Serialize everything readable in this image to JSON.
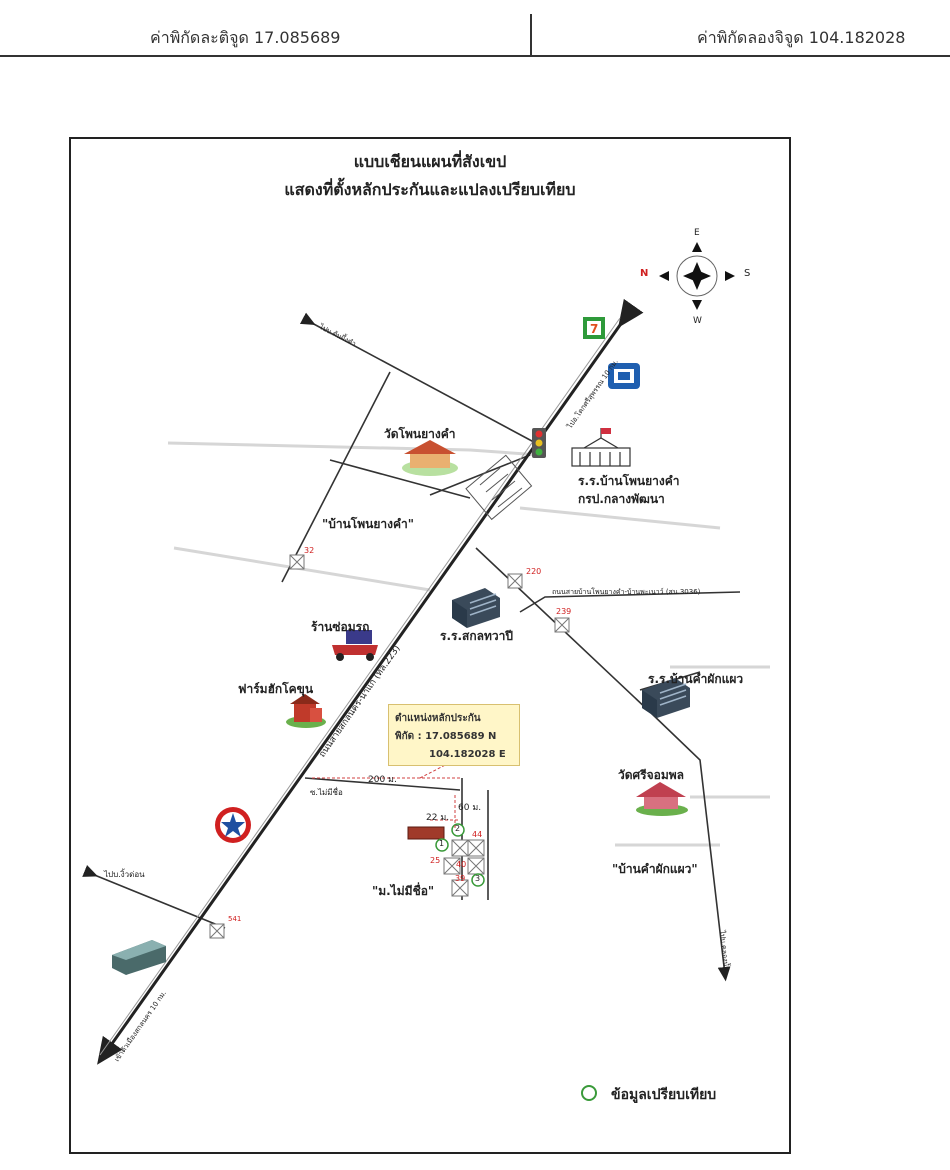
{
  "header": {
    "latitude": "ค่าพิกัดละติจูด 17.085689",
    "longitude": "ค่าพิกัดลองจิจูด 104.182028"
  },
  "map": {
    "title1": "แบบเชียนแผนที่สังเขป",
    "title2": "แสดงที่ตั้งหลักประกันและแปลงเปรียบเทียบ",
    "compass": {
      "n": "N",
      "s": "S",
      "e": "E",
      "w": "W"
    },
    "labels": {
      "temple1": "วัดโพนยางคำ",
      "school1_l1": "ร.ร.บ้านโพนยางคำ",
      "school1_l2": "กรป.กลางพัฒนา",
      "village1": "\"บ้านโพนยางคำ\"",
      "garage": "ร้านซ่อมรถ",
      "school2": "ร.ร.สกลทวาปี",
      "school3": "ร.ร.บ้านคำผักแผว",
      "farm": "ฟาร์มฮักโคขุน",
      "temple2": "วัดศรีจอมพล",
      "village2": "\"บ้านคำผักแผว\"",
      "soi": "\"ม.ไม่มีชื่อ\"",
      "road_main": "ถนนสายสกลนคร-นาแก (ทล.223)",
      "road_ne": "ไปอ.โคกศรีสุพรรณ 10 กม.",
      "road_nw": "ไปบ.ต้นผึ้งคำ",
      "road_sw": "ไปบ.งิ้วด่อน",
      "road_s": "เข้าตัวเมืองสกลนคร 10 กม.",
      "road_east": "ไปบ.คลองน้ำ",
      "road_side": "ถนนสายบ้านโพนยางคำ-บ้านพะเนาว์ (สน.3036)",
      "soi_name": "ซ.ไม่มีชื่อ",
      "dist_200": "200 ม.",
      "dist_22": "22 ม.",
      "dist_60": "60 ม.",
      "n32": "32",
      "n220": "220",
      "n239": "239",
      "n25": "25",
      "n44": "44",
      "n40": "40",
      "n39": "39",
      "n1": "1",
      "n2": "2",
      "n3": "3",
      "n_sw": "541"
    },
    "popup": {
      "title": "ตำแหน่งหลักประกัน",
      "lat": "พิกัด : 17.085689 N",
      "lon": "104.182028 E"
    },
    "legend": "ข้อมูลเปรียบเทียบ"
  }
}
